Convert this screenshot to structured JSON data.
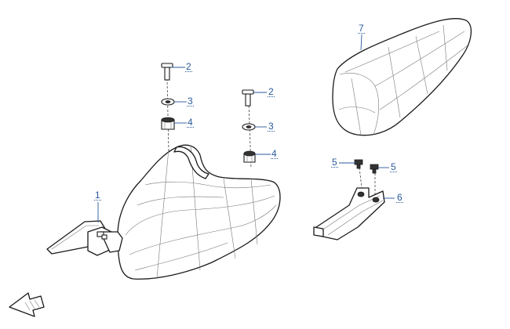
{
  "diagram": {
    "callouts": [
      {
        "id": "c1a",
        "label": "1"
      },
      {
        "id": "c2a",
        "label": "2"
      },
      {
        "id": "c3a",
        "label": "3"
      },
      {
        "id": "c4a",
        "label": "4"
      },
      {
        "id": "c2b",
        "label": "2"
      },
      {
        "id": "c3b",
        "label": "3"
      },
      {
        "id": "c4b",
        "label": "4"
      },
      {
        "id": "c5a",
        "label": "5"
      },
      {
        "id": "c5b",
        "label": "5"
      },
      {
        "id": "c6a",
        "label": "6"
      },
      {
        "id": "c7a",
        "label": "7"
      }
    ],
    "colors": {
      "callout": "#2a5a9a",
      "line": "#1a1a1a"
    },
    "icons": {
      "orientation": "front-arrow-icon"
    }
  }
}
